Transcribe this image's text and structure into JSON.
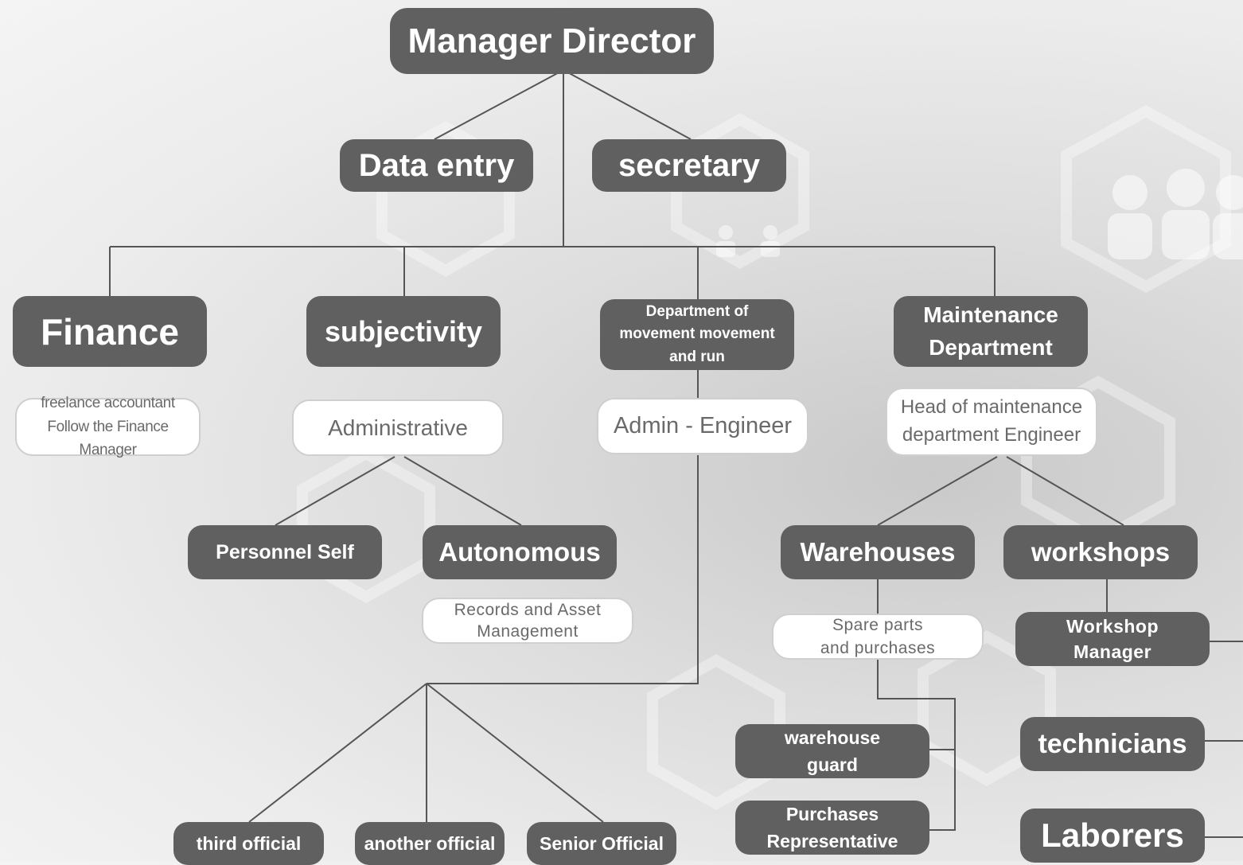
{
  "nodes": {
    "manager": "Manager Director",
    "data_entry": "Data entry",
    "secretary": "secretary",
    "finance": "Finance",
    "subjectivity": "subjectivity",
    "movement": "Department of\nmovement movement\nand run",
    "maintenance": "Maintenance\nDepartment",
    "freelance": "freelance accountant\nFollow the Finance Manager",
    "administrative": "Administrative",
    "admin_engineer": "Admin - Engineer",
    "head_maintenance": "Head of maintenance\ndepartment Engineer",
    "personnel_self": "Personnel Self",
    "autonomous": "Autonomous",
    "warehouses": "Warehouses",
    "workshops": "workshops",
    "records": "Records and Asset\nManagement",
    "spare_parts": "Spare parts\nand purchases",
    "workshop_manager": "Workshop\nManager",
    "warehouse_guard": "warehouse\nguard",
    "technicians": "technicians",
    "purchases_rep": "Purchases\nRepresentative",
    "laborers": "Laborers",
    "third_official": "third official",
    "another_official": "another official",
    "senior_official": "Senior Official"
  },
  "colors": {
    "dark_node": "#606060",
    "light_node": "#ffffff",
    "connector": "#555555"
  }
}
